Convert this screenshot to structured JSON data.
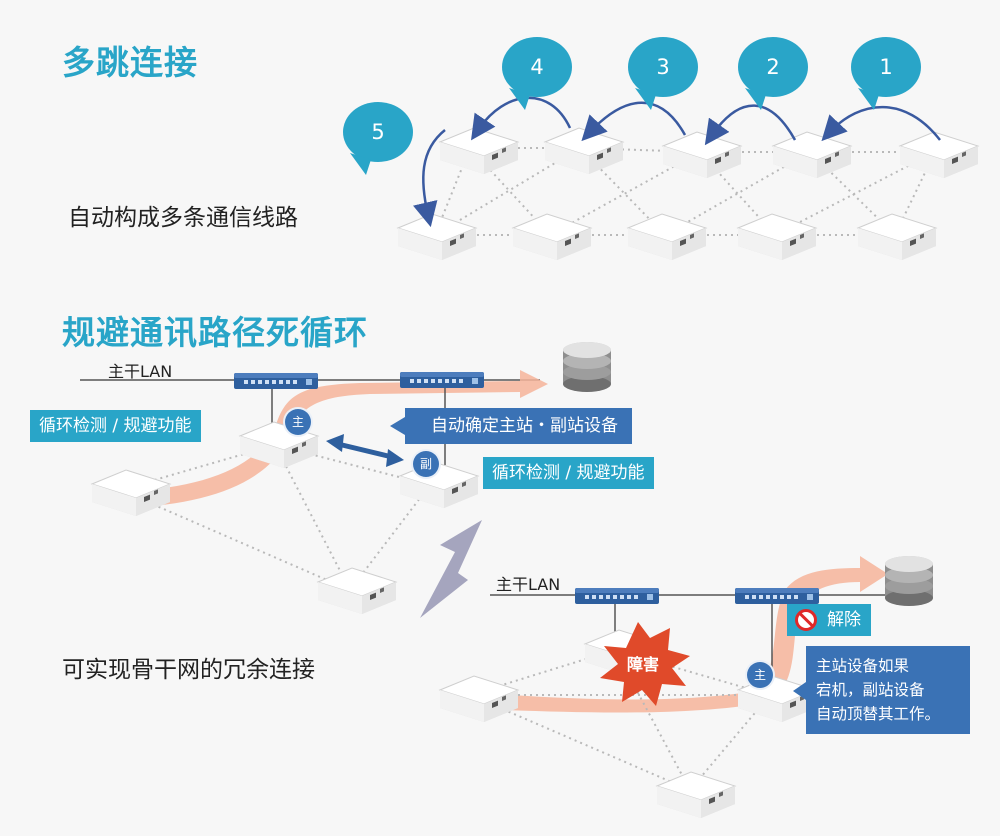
{
  "section1": {
    "title": "多跳连接",
    "caption": "自动构成多条通信线路",
    "hops": [
      "5",
      "4",
      "3",
      "2",
      "1"
    ]
  },
  "section2": {
    "title": "规避通讯路径死循环",
    "lan_label": "主干LAN",
    "loop_detect_left": "循环检测 / 规避功能",
    "loop_detect_right": "循环检测 / 规避功能",
    "auto_determine": "自动确定主站・副站设备",
    "master": "主",
    "slave": "副"
  },
  "section3": {
    "caption": "可实现骨干网的冗余连接",
    "lan_label": "主干LAN",
    "failure": "障害",
    "release": "解除",
    "master": "主",
    "note": [
      "主站设备如果",
      "宕机，副站设备",
      "自动顶替其工作。"
    ]
  },
  "colors": {
    "accent": "#29a5c8",
    "callout_blue": "#3a72b5",
    "path_orange": "#f6b49a",
    "failure_red": "#e04a2a"
  }
}
